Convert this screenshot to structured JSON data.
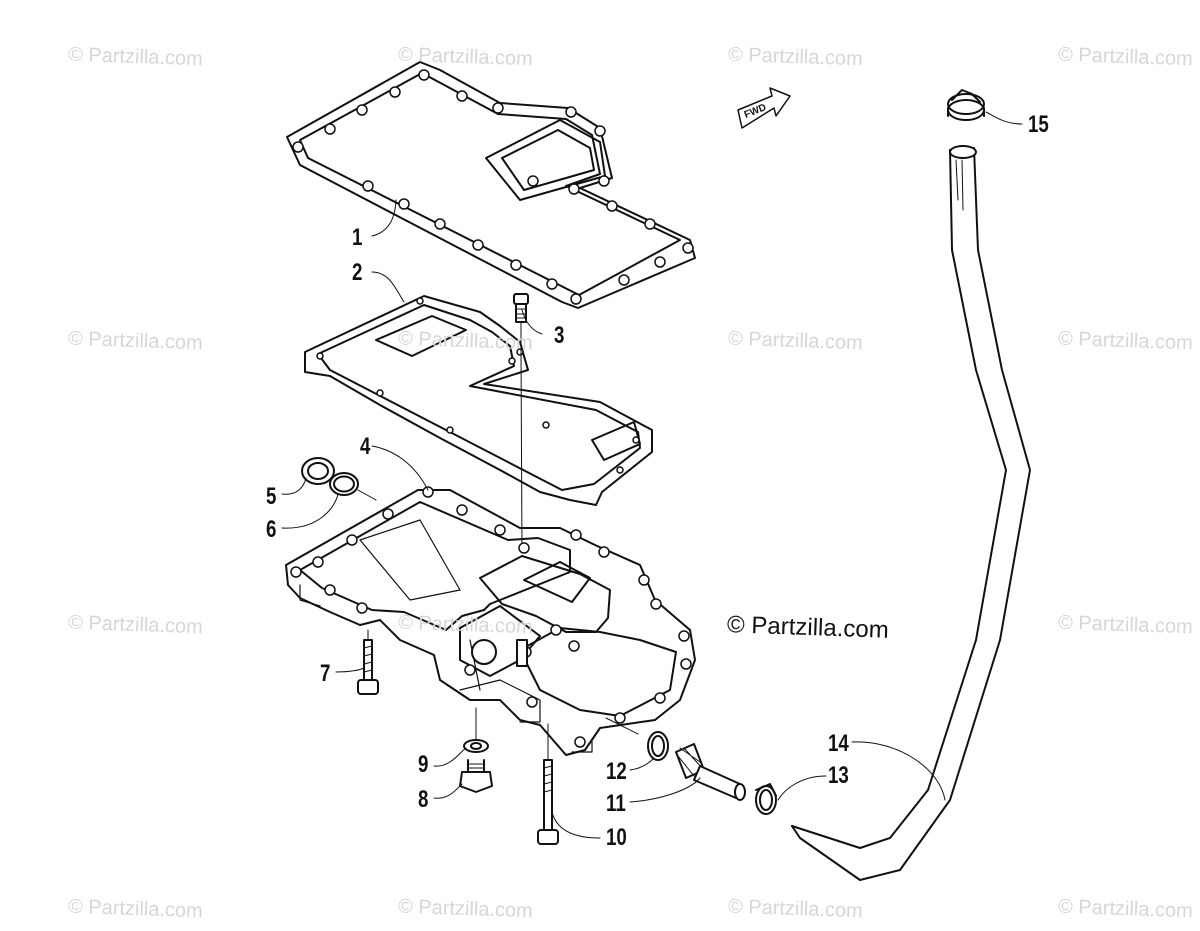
{
  "watermark": "© Partzilla.com",
  "copyright": "© Partzilla.com",
  "direction_label": "FWD",
  "callouts": [
    "1",
    "2",
    "3",
    "4",
    "5",
    "6",
    "7",
    "8",
    "9",
    "10",
    "11",
    "12",
    "13",
    "14",
    "15"
  ]
}
